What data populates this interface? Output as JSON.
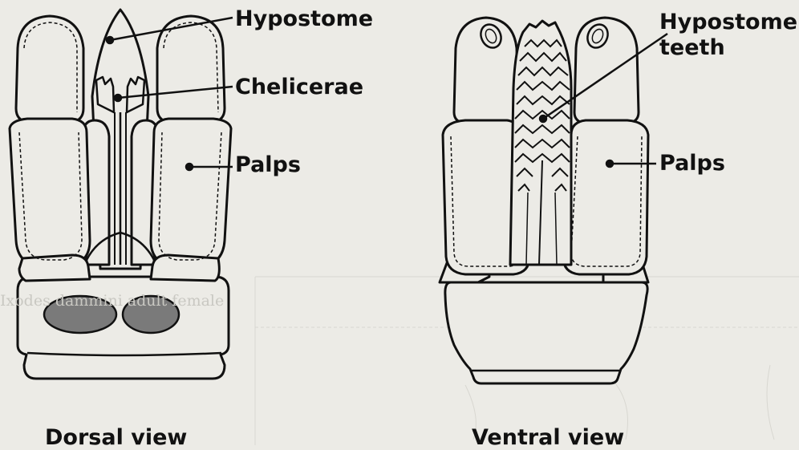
{
  "labels": {
    "hypostome": "Hypostome",
    "chelicerae": "Chelicerae",
    "palps_left": "Palps",
    "hypostome_teeth_line1": "Hypostome",
    "hypostome_teeth_line2": "teeth",
    "palps_right": "Palps",
    "dorsal_view": "Dorsal view",
    "ventral_view": "Ventral view"
  },
  "bleed_through": {
    "caption": "Ixodes dammini adult female"
  },
  "colors": {
    "background": "#ecebe6",
    "outline": "#111111",
    "porose_area": "#7a7a7a",
    "ghost": "#c9c8c2"
  }
}
